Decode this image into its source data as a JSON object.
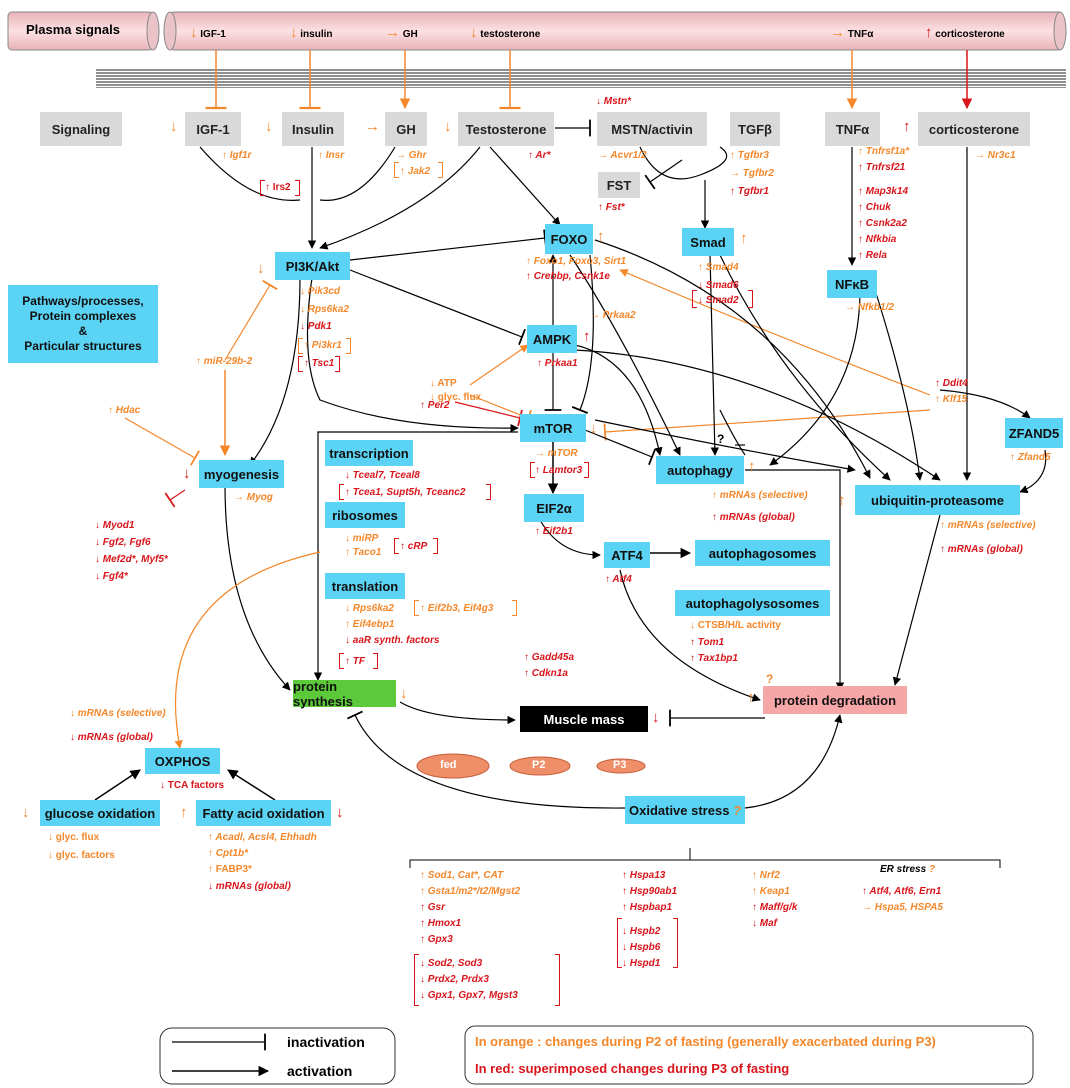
{
  "plasma": {
    "label": "Plasma signals",
    "igf1": "IGF-1",
    "insulin": "insulin",
    "gh": "GH",
    "testosterone": "testosterone",
    "tnfa": "TNFα",
    "corticosterone": "corticosterone"
  },
  "nodes": {
    "signaling": "Signaling",
    "igf1": "IGF-1",
    "insulin": "Insulin",
    "gh": "GH",
    "testosterone": "Testosterone",
    "mstn": "MSTN/activin",
    "tgfb": "TGFβ",
    "tnfa": "TNFα",
    "cort": "corticosterone",
    "fst": "FST",
    "foxo": "FOXO",
    "smad": "Smad",
    "nfkb": "NFκB",
    "pi3k": "PI3K/Akt",
    "pathways": "Pathways/processes,\nProtein complexes\n&\nParticular structures",
    "ampk": "AMPK",
    "mtor": "mTOR",
    "zfand5": "ZFAND5",
    "myogenesis": "myogenesis",
    "transcription": "transcription",
    "ribosomes": "ribosomes",
    "translation": "translation",
    "eif2a": "EIF2α",
    "atf4": "ATF4",
    "autophagy": "autophagy",
    "autophagosomes": "autophagosomes",
    "autophagolysosomes": "autophagolysosomes",
    "ubiquitin": "ubiquitin-proteasome",
    "protein_synthesis": "protein synthesis",
    "muscle_mass": "Muscle mass",
    "protein_degradation": "protein degradation",
    "oxphos": "OXPHOS",
    "glucose_ox": "glucose oxidation",
    "fatty_ox": "Fatty acid oxidation",
    "oxidative": "Oxidative stress"
  },
  "muscles": {
    "fed": "fed",
    "p2": "P2",
    "p3": "P3"
  },
  "genes": {
    "igf1r": "Igf1r",
    "insr": "Insr",
    "ghr": "Ghr",
    "jak2": "Jak2",
    "irs2": "Irs2",
    "ar": "Ar*",
    "mstn": "Mstn*",
    "acvr": "Acvr1/2",
    "fst": "Fst*",
    "tgfbr3": "Tgfbr3",
    "tgfbr2": "Tgfbr2",
    "tgfbr1": "Tgfbr1",
    "tnfrsf1a": "Tnfrsf1a*",
    "tnfrsf21": "Tnfrsf21",
    "map3k14": "Map3k14",
    "chuk": "Chuk",
    "csnk2a2": "Csnk2a2",
    "nfkbia": "Nfkbia",
    "rela": "Rela",
    "nr3c1": "Nr3c1",
    "foxo1": "Foxo1, Foxo3, Sirt1",
    "crebbp": "Crebbp, Csnk1e",
    "smad4": "Smad4",
    "smad6": "Smad6",
    "smad2": "Smad2",
    "nfkb12": "Nfkb1/2",
    "pik3cd": "Pik3cd",
    "rps6ka2": "Rps6ka2",
    "pdk1": "Pdk1",
    "pi3kr1": "Pi3kr1",
    "tsc1": "Tsc1",
    "mir29": "miR-29b-2",
    "prkaa2": "Prkaa2",
    "prkaa1": "Prkaa1",
    "atp": "ATP",
    "glycflux": "glyc. flux",
    "per2": "Per2",
    "hdac": "Hdac",
    "ddit4": "Ddit4",
    "klf15": "Klf15",
    "zfand5": "Zfand5",
    "mtor_g": "mTOR",
    "lamtor3": "Lamtor3",
    "myog": "Myog",
    "myod1": "Myod1",
    "fgf2": "Fgf2, Fgf6",
    "mef2d": "Mef2d*, Myf5*",
    "fgf4": "Fgf4*",
    "tceal": "Tceal7, Tceal8",
    "tcea1": "Tcea1, Supt5h, Tceanc2",
    "mirp": "miRP",
    "taco1": "Taco1",
    "crp": "cRP",
    "rps6ka2b": "Rps6ka2",
    "eif4ebp1": "Eif4ebp1",
    "aar": "aaR synth. factors",
    "tf": "TF",
    "eif2b3": "Eif2b3, Eif4g3",
    "eif2b1": "Eif2b1",
    "atf4": "Atf4",
    "gadd45a": "Gadd45a",
    "cdkn1a": "Cdkn1a",
    "mrna_sel": "mRNAs (selective)",
    "mrna_glob": "mRNAs (global)",
    "ctsb": "CTSB/H/L activity",
    "tom1": "Tom1",
    "tax1bp1": "Tax1bp1",
    "tca": "TCA factors",
    "glycflux2": "glyc. flux",
    "glycfactors": "glyc. factors",
    "acadl": "Acadl, Acsl4, Ehhadh",
    "cpt1b": "Cpt1b*",
    "fabp3": "FABP3*",
    "qmark": "?"
  },
  "oxidative_genes": {
    "col1": [
      "Sod1, Cat*, CAT",
      "Gsta1/m2*/t2/Mgst2",
      "Gsr",
      "Hmox1",
      "Gpx3",
      "Sod2, Sod3",
      "Prdx2, Prdx3",
      "Gpx1, Gpx7, Mgst3"
    ],
    "col2": [
      "Hspa13",
      "Hsp90ab1",
      "Hspbap1",
      "Hspb2",
      "Hspb6",
      "Hspd1"
    ],
    "col3": [
      "Nrf2",
      "Keap1",
      "Maff/g/k",
      "Maf"
    ],
    "er_title": "ER stress",
    "col4": [
      "Atf4, Atf6, Ern1",
      "Hspa5, HSPA5"
    ]
  },
  "legend": {
    "inactivation": "inactivation",
    "activation": "activation",
    "orange_note": "In orange : changes during P2 of fasting (generally exacerbated during P3)",
    "red_note": "In red: superimposed changes during P3 of fasting"
  },
  "colors": {
    "orange": "#f4872a",
    "red": "#d8151b",
    "blue": "#5bd3f4",
    "grey": "#d9d9d9",
    "green": "#5cc93b",
    "pink": "#f6a6a6"
  }
}
